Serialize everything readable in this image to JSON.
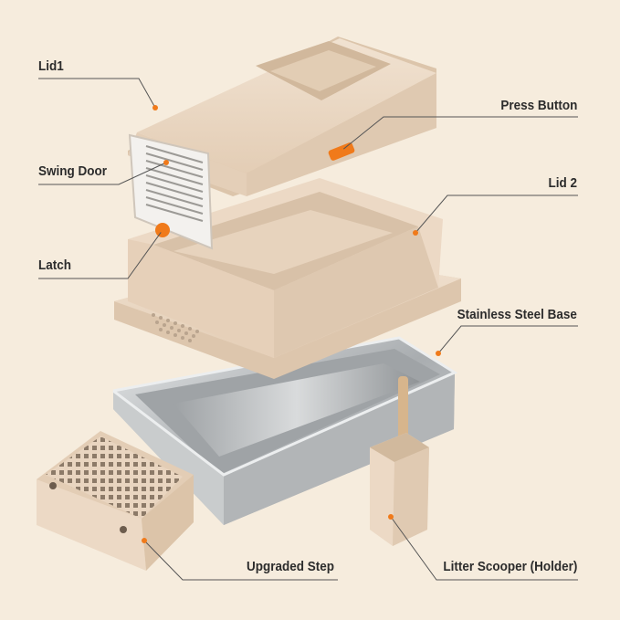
{
  "labels": {
    "lid1": "Lid1",
    "press_button": "Press Button",
    "swing_door": "Swing Door",
    "lid2": "Lid 2",
    "latch": "Latch",
    "stainless_steel_base": "Stainless Steel Base",
    "upgraded_step": "Upgraded Step",
    "litter_scooper": "Litter Scooper (Holder)"
  },
  "colors": {
    "background": "#f6ecdd",
    "plastic": "#ecd9c5",
    "plastic_shadow": "#d9c2a9",
    "accent": "#f07a1a",
    "steel": "#b9bcbe",
    "leader": "#555555"
  }
}
